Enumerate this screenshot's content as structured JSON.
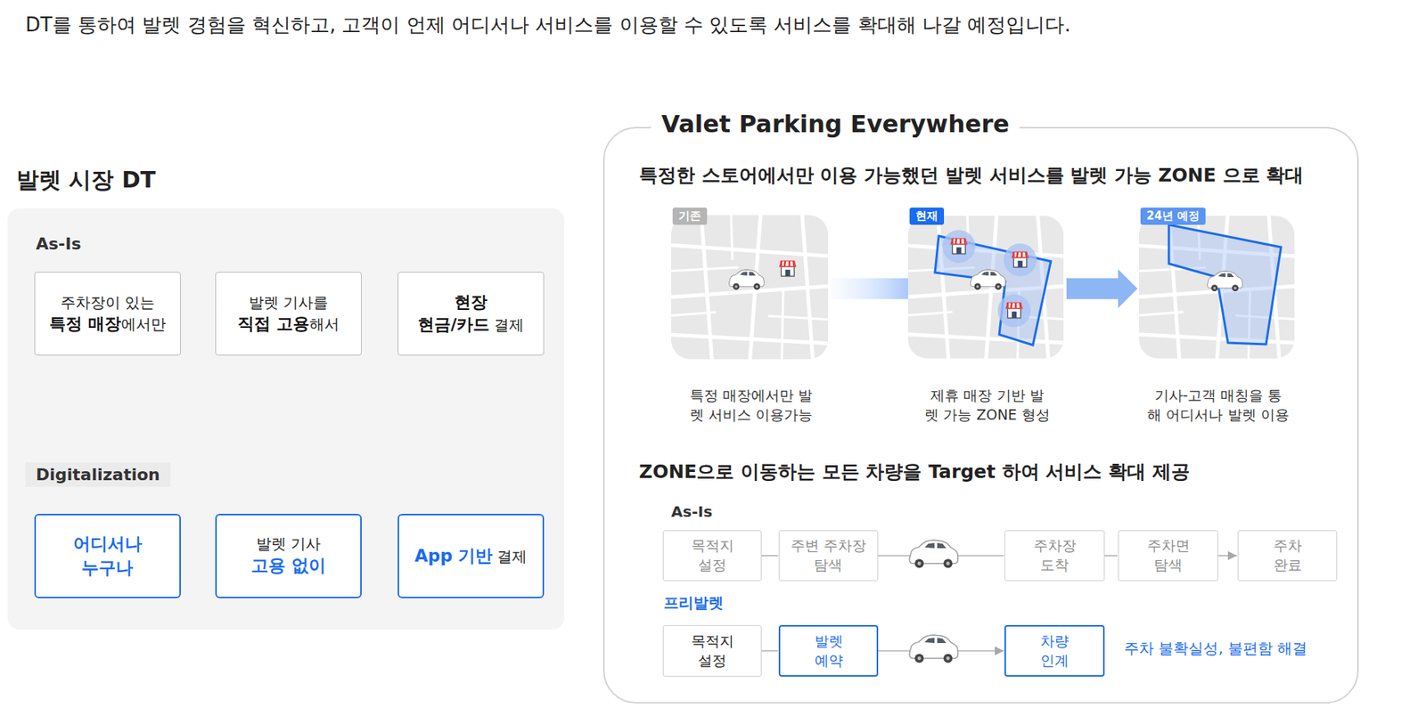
{
  "diagram": {
    "nodes": [
      {
        "text": [
          "발렛 시장 DT"
        ]
      },
      {
        "text": [
          "주차장이 있는",
          "특정 매장",
          "에서만"
        ],
        "in": 0
      },
      {
        "text": [
          "발렛 기사를",
          "직접 고용",
          "해서"
        ],
        "in": 0
      },
      {
        "text": [
          "현장",
          "현금/카드",
          "결제"
        ],
        "in": 0
      },
      {
        "text": [
          "어디서나 누구나"
        ],
        "in": 0
      },
      {
        "text": [
          "발렛 기사",
          "고용 없이"
        ],
        "in": 0
      },
      {
        "text": [
          "App 기반",
          "결제"
        ],
        "in": 0
      },
      {
        "text": [
          "Valet Parking Everywhere"
        ]
      },
      {
        "text": [
          "기존",
          "특정 매장에서만 발렛 서비스 이용가능"
        ],
        "in": 7
      },
      {
        "text": [
          "현재",
          "제휴 매장 기반 발렛 가능 ZONE 형성"
        ],
        "in": 7
      },
      {
        "text": [
          "24년 예정",
          "기사-고객 매칭을 통해 어디서나 발렛 이용"
        ],
        "in": 7
      },
      {
        "text": [
          "목적지 설정"
        ],
        "in": 7
      },
      {
        "text": [
          "주변 주차장 탐색"
        ],
        "in": 7
      },
      {
        "text": [
          "주차장 도착"
        ],
        "in": 7
      },
      {
        "text": [
          "주차면 탐색"
        ],
        "in": 7
      },
      {
        "text": [
          "주차 완료"
        ],
        "in": 7
      },
      {
        "text": [
          "목적지 설정"
        ],
        "in": 7
      },
      {
        "text": [
          "발렛 예약"
        ],
        "in": 7
      },
      {
        "text": [
          "차량 인계"
        ],
        "in": 7
      }
    ],
    "edges": [
      {
        "from": 1,
        "to": 4,
        "arrow": "to"
      },
      {
        "from": 2,
        "to": 5,
        "arrow": "to"
      },
      {
        "from": 3,
        "to": 6,
        "arrow": "to"
      },
      {
        "from": 8,
        "to": 9,
        "arrow": "none"
      },
      {
        "from": 9,
        "to": 10,
        "arrow": "to"
      },
      {
        "from": 11,
        "to": 12,
        "arrow": "none"
      },
      {
        "from": 12,
        "to": 13,
        "arrow": "none"
      },
      {
        "from": 13,
        "to": 14,
        "arrow": "none"
      },
      {
        "from": 14,
        "to": 15,
        "arrow": "to"
      },
      {
        "from": 16,
        "to": 17,
        "arrow": "none"
      },
      {
        "from": 17,
        "to": 18,
        "arrow": "to"
      }
    ],
    "labels": [
      "DT를 통하여 발렛 경험을 혁신하고, 고객이 언제 어디서나 서비스를 이용할 수 있도록 서비스를 확대해 나갈 예정입니다.",
      "As-Is",
      "Digitalization",
      "특정한 스토어에서만 이용 가능했던 발렛 서비스를 발렛 가능 ZONE 으로 확대",
      "ZONE으로 이동하는 모든 차량을 Target 하여 서비스 확대 제공",
      "As-Is",
      "프리발렛",
      "주차 불확실성, 불편함 해결"
    ]
  }
}
